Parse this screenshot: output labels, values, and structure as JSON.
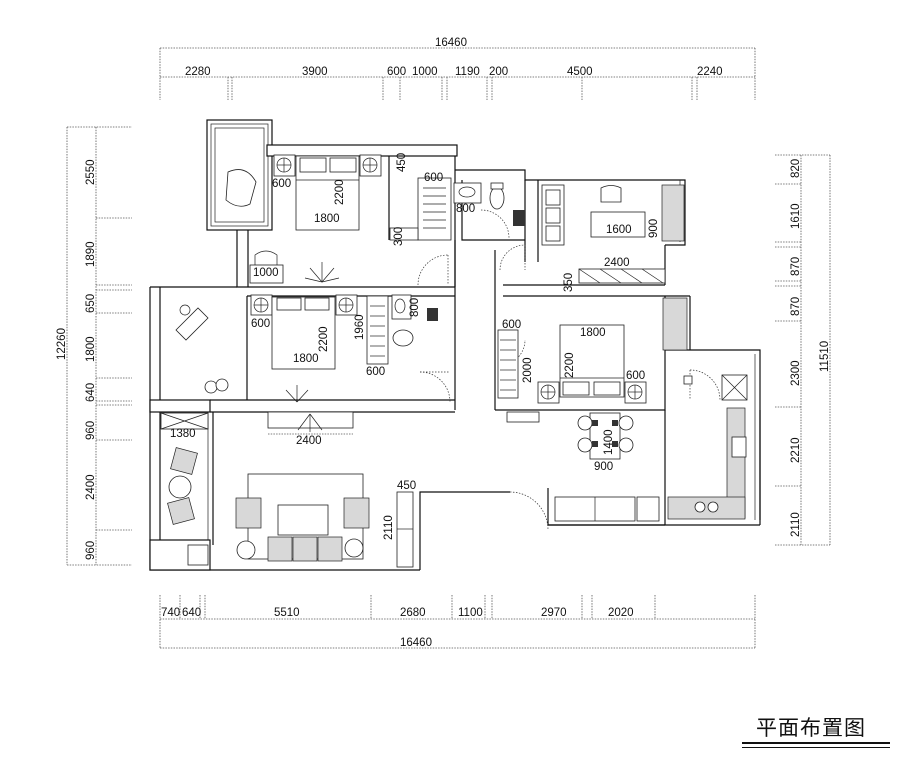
{
  "drawing": {
    "title": "平面布置图",
    "line_color": "#111111",
    "background": "#ffffff"
  },
  "dimensions": {
    "top": {
      "total": "16460",
      "segments": [
        "2280",
        "3900",
        "600",
        "1000",
        "1190",
        "200",
        "4500",
        "2240"
      ]
    },
    "bottom": {
      "total": "16460",
      "segments": [
        "740",
        "640",
        "5510",
        "2680",
        "1100",
        "2970",
        "2020"
      ]
    },
    "left": {
      "total": "12260",
      "segments": [
        "2550",
        "1890",
        "650",
        "1800",
        "640",
        "960",
        "2400",
        "960"
      ]
    },
    "right": {
      "total": "11510",
      "segments": [
        "820",
        "1610",
        "870",
        "870",
        "2300",
        "2210",
        "2110"
      ]
    }
  },
  "rooms": {
    "master_bedroom": {
      "bed_width": "1800",
      "bed_length": "2200",
      "nightstand": "600",
      "wardrobe_depth": "450",
      "closet_width": "600",
      "closet_depth": "300"
    },
    "study_desk": {
      "width": "1000"
    },
    "upper_bath": {
      "vanity": "800"
    },
    "study": {
      "desk_length": "1600",
      "desk_depth": "900",
      "cabinet_length": "2400",
      "cabinet_depth": "350"
    },
    "bedroom_2": {
      "nightstand": "600",
      "bed_length": "2200",
      "bed_width": "1800",
      "wardrobe_length": "1960",
      "wardrobe_depth": "600",
      "vanity": "800"
    },
    "bedroom_3": {
      "wardrobe_depth": "600",
      "wardrobe_length": "2000",
      "bed_width": "1800",
      "bed_length": "2200",
      "nightstand": "600"
    },
    "balcony": {
      "cabinet_width": "1380"
    },
    "living_room": {
      "tv_wall": "2400",
      "cabinet_depth": "450",
      "cabinet_length": "2110"
    },
    "dining": {
      "table_length": "1400",
      "table_width": "900"
    }
  }
}
